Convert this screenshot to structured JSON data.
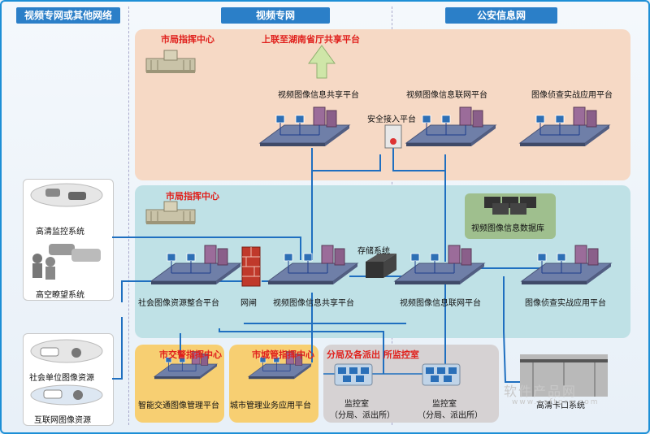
{
  "headers": {
    "left": "视频专网或其他网络",
    "middle": "视频专网",
    "right": "公安信息网"
  },
  "top_region": {
    "center_label": "市局指挥中心",
    "uplink_label": "上联至湖南省厅共享平台",
    "platforms": [
      "视频图像信息共享平台",
      "视频图像信息联网平台",
      "图像侦查实战应用平台"
    ],
    "gateway_label": "安全接入平台"
  },
  "mid_region": {
    "center_label": "市局指挥中心",
    "database_label": "视频图像信息数据库",
    "storage_label": "存储系统",
    "platforms": [
      "社会图像资源整合平台",
      "网闸",
      "视频图像信息共享平台",
      "视频图像信息联网平台",
      "图像侦查实战应用平台"
    ]
  },
  "bottom_region": {
    "traffic_center": "市交警指挥中心",
    "traffic_platform": "智能交通图像管理平台",
    "urban_center": "市城管指挥中心",
    "urban_platform": "城市管理业务应用平台",
    "branch_label": "分局及各派出 所监控室",
    "monitor_rooms": [
      {
        "name": "监控室",
        "sub": "（分局、派出所）"
      },
      {
        "name": "监控室",
        "sub": "（分局、派出所）"
      }
    ],
    "checkpoint_label": "高清卡口系统"
  },
  "side_systems": {
    "top": [
      "高清监控系统",
      "高空瞭望系统"
    ],
    "bottom": [
      "社会单位图像资源",
      "互联网图像资源"
    ]
  },
  "watermark": {
    "title": "软件产品网",
    "url": "www.softpro.com"
  },
  "colors": {
    "header": "#2b7fc8",
    "top_region": "#f6d9c5",
    "mid_region": "#bfe1e6",
    "yellow_region": "#f7cf72",
    "gray_region": "#d6d2d3",
    "line": "#1f6fc0",
    "red_text": "#e0201c"
  }
}
